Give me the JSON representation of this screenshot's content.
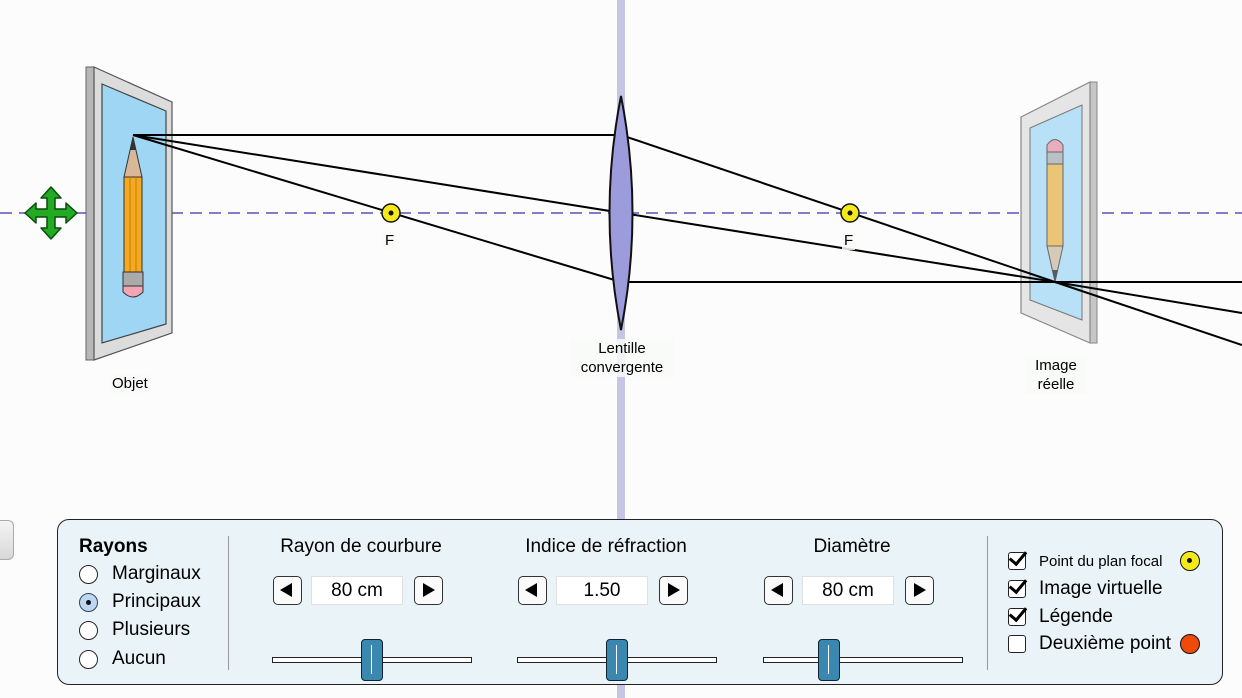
{
  "labels": {
    "object": "Objet",
    "lens": [
      "Lentille",
      "convergente"
    ],
    "image": [
      "Image",
      "réelle"
    ],
    "focal_left": "F",
    "focal_right": "F"
  },
  "panel": {
    "rays": {
      "title": "Rayons",
      "options": [
        {
          "label": "Marginaux",
          "selected": false
        },
        {
          "label": "Principaux",
          "selected": true
        },
        {
          "label": "Plusieurs",
          "selected": false
        },
        {
          "label": "Aucun",
          "selected": false
        }
      ]
    },
    "controls": [
      {
        "title": "Rayon de courbure",
        "value": "80 cm",
        "slider_fraction": 0.5
      },
      {
        "title": "Indice de réfraction",
        "value": "1.50",
        "slider_fraction": 0.5
      },
      {
        "title": "Diamètre",
        "value": "80 cm",
        "slider_fraction": 0.33
      }
    ],
    "checkboxes": [
      {
        "label": "Point du plan focal",
        "checked": true,
        "marker": "yellow-focal-dot"
      },
      {
        "label": "Image virtuelle",
        "checked": true
      },
      {
        "label": "Légende",
        "checked": true
      },
      {
        "label": "Deuxième point",
        "checked": false,
        "marker": "orange-dot"
      }
    ]
  },
  "colors": {
    "axis": "#7f7fc8",
    "lens": "#9c9cdc",
    "focal": "#f4ea1a",
    "second_point": "#ee4a0a",
    "slider_thumb": "#3a88b0",
    "panel_bg": "#eaf4f8",
    "move_handle": "#22aa22"
  },
  "icons": [
    "move-arrows-icon",
    "pencil-icon",
    "zoom-icon",
    "arrow-left-icon",
    "arrow-right-icon"
  ]
}
